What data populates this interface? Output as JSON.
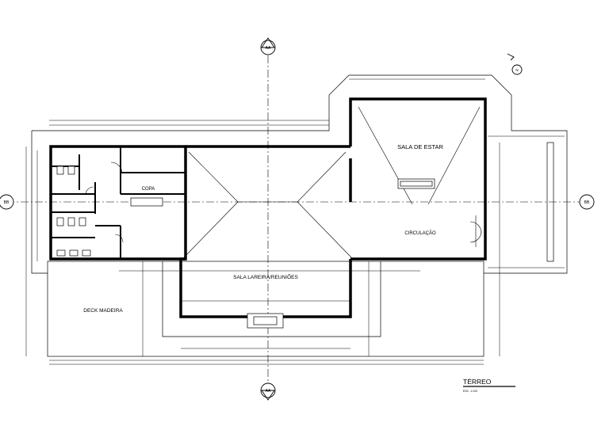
{
  "sheet": {
    "title": "TÉRREO",
    "scale": "ESC. 1:100"
  },
  "section_markers": {
    "aa": "AA",
    "bb": "BB",
    "north": "N"
  },
  "rooms": {
    "sala_estar": "SALA DE ESTAR",
    "copa": "COPA",
    "circulacao": "CIRCULAÇÃO",
    "sala_lareira": "SALA LAREIRA/REUNIÕES",
    "deck": "DECK MADEIRA"
  },
  "colors": {
    "line": "#000000",
    "wall": "#000000",
    "background": "#ffffff"
  }
}
